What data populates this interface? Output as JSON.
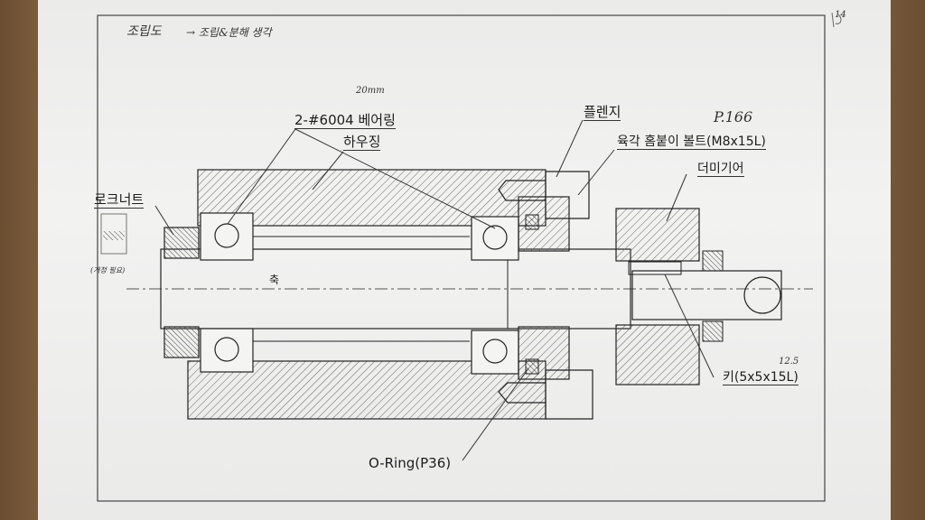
{
  "page": {
    "title": "조립도",
    "note": "→ 조립&분해 생각",
    "page_number": "14",
    "dimension_note": "20mm",
    "reference": "P.166"
  },
  "labels": {
    "bearing": "2-#6004 베어링",
    "housing": "하우징",
    "flange": "플렌지",
    "bolt": "육각 홈붙이 볼트(M8x15L)",
    "dummy_gear": "더미기어",
    "lock_nut": "로크너트",
    "lock_nut_note": "(개정 필요)",
    "shaft": "축",
    "key": "키(5x5x15L)",
    "key_correction": "12.5",
    "oring": "O-Ring(P36)"
  },
  "colors": {
    "paper": "#efefee",
    "ink": "#1d1d1d",
    "hatch": "#555555"
  }
}
